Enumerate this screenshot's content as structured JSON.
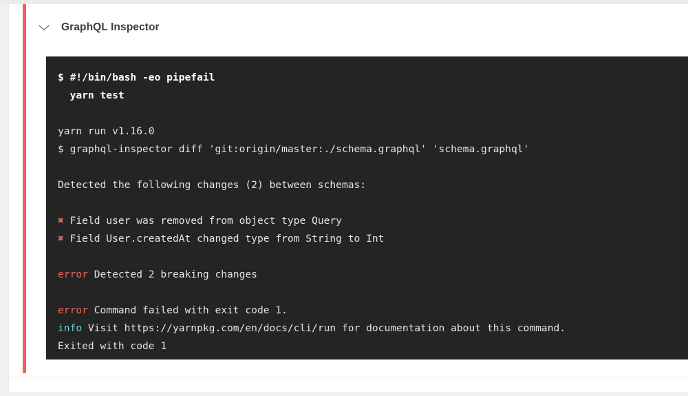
{
  "theme": {
    "page_background": "#f1f1f1",
    "card_background": "#ffffff",
    "status_accent": "#ee5f5b",
    "console_background": "#242424",
    "console_text": "#e8e8e8",
    "error_token_color": "#f1625e",
    "info_token_color": "#6fd4d8",
    "cross_marker_color": "#ef5f5c",
    "title_color": "#3c3c3c"
  },
  "job": {
    "title": "GraphQL Inspector",
    "collapse_icon": "chevron-down-icon",
    "status": "failed"
  },
  "console": {
    "lines": [
      {
        "id": "line-1",
        "type": "command",
        "segments": [
          {
            "text": "$ #!/bin/bash -eo pipefail",
            "style": "cmd"
          }
        ]
      },
      {
        "id": "line-2",
        "type": "command",
        "segments": [
          {
            "text": "  yarn test",
            "style": "cmd"
          }
        ]
      },
      {
        "id": "line-3",
        "type": "blank",
        "segments": []
      },
      {
        "id": "line-4",
        "type": "output",
        "segments": [
          {
            "text": "yarn run v1.16.0",
            "style": "dim"
          }
        ]
      },
      {
        "id": "line-5",
        "type": "output",
        "segments": [
          {
            "text": "$ graphql-inspector diff 'git:origin/master:./schema.graphql' 'schema.graphql'",
            "style": "dim"
          }
        ]
      },
      {
        "id": "line-6",
        "type": "blank",
        "segments": []
      },
      {
        "id": "line-7",
        "type": "output",
        "segments": [
          {
            "text": "Detected the following changes (2) between schemas:",
            "style": "dim"
          }
        ]
      },
      {
        "id": "line-8",
        "type": "blank",
        "segments": []
      },
      {
        "id": "line-9",
        "type": "breaking-change",
        "segments": [
          {
            "text": "✖",
            "style": "tok-cross"
          },
          {
            "text": " Field user was removed from object type Query",
            "style": "dim"
          }
        ]
      },
      {
        "id": "line-10",
        "type": "breaking-change",
        "segments": [
          {
            "text": "✖",
            "style": "tok-cross"
          },
          {
            "text": " Field User.createdAt changed type from String to Int",
            "style": "dim"
          }
        ]
      },
      {
        "id": "line-11",
        "type": "blank",
        "segments": []
      },
      {
        "id": "line-12",
        "type": "error",
        "segments": [
          {
            "text": "error",
            "style": "tok-error"
          },
          {
            "text": " Detected 2 breaking changes",
            "style": "dim"
          }
        ]
      },
      {
        "id": "line-13",
        "type": "blank",
        "segments": []
      },
      {
        "id": "line-14",
        "type": "error",
        "segments": [
          {
            "text": "error",
            "style": "tok-error"
          },
          {
            "text": " Command failed with exit code 1.",
            "style": "dim"
          }
        ]
      },
      {
        "id": "line-15",
        "type": "info",
        "segments": [
          {
            "text": "info",
            "style": "tok-info"
          },
          {
            "text": " Visit https://yarnpkg.com/en/docs/cli/run for documentation about this command.",
            "style": "dim"
          }
        ]
      },
      {
        "id": "line-16",
        "type": "output",
        "segments": [
          {
            "text": "Exited with code 1",
            "style": "dim"
          }
        ]
      }
    ]
  }
}
